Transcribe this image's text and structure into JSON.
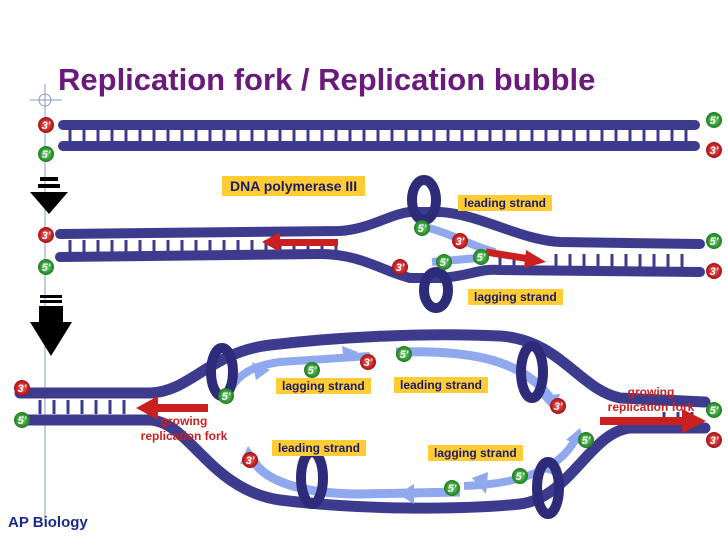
{
  "title": "Replication fork / Replication bubble",
  "footer": "AP Biology",
  "labels": {
    "dna_polymerase": "DNA polymerase III",
    "leading_strand": "leading strand",
    "lagging_strand": "lagging strand",
    "growing_replication_fork": "growing replication fork"
  },
  "ends": {
    "three_prime": "3'",
    "five_prime": "5'"
  },
  "colors": {
    "title": "#6a1a7a",
    "dna_strand": "#3d3b8e",
    "new_strand": "#8fa8ee",
    "label_bg": "#ffcc33",
    "arrow_red": "#cc1f1f",
    "badge_three_prime": "#d42020",
    "badge_five_prime": "#2a9a2a"
  }
}
